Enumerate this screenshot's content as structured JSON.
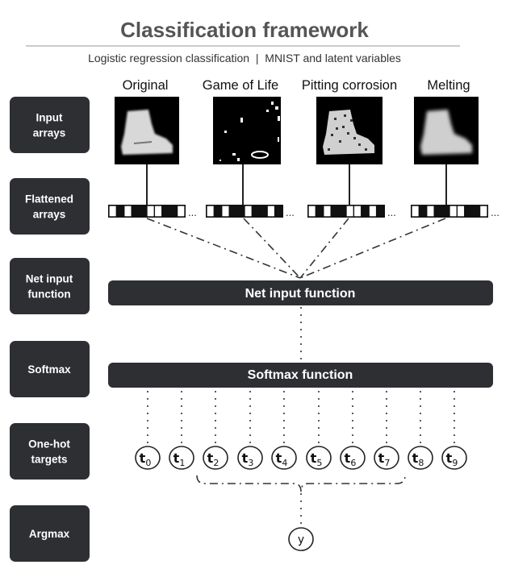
{
  "header": {
    "title": "Classification framework",
    "subtitle": "Logistic regression classification  |  MNIST and latent variables"
  },
  "row_labels": [
    {
      "lines": [
        "Input",
        "arrays"
      ]
    },
    {
      "lines": [
        "Flattened",
        "arrays"
      ]
    },
    {
      "lines": [
        "Net input",
        "function"
      ]
    },
    {
      "lines": [
        "Softmax"
      ]
    },
    {
      "lines": [
        "One-hot",
        "targets"
      ]
    },
    {
      "lines": [
        "Argmax"
      ]
    }
  ],
  "columns": [
    {
      "title": "Original",
      "image": "boot-original-image",
      "pattern": [
        0,
        1,
        0,
        1,
        1,
        0,
        0,
        1,
        1,
        0
      ],
      "ellipsis": "..."
    },
    {
      "title": "Game of Life",
      "image": "boot-game-of-life-image",
      "pattern": [
        0,
        1,
        0,
        1,
        1,
        0,
        1,
        1,
        0,
        1
      ],
      "ellipsis": "..."
    },
    {
      "title": "Pitting corrosion",
      "image": "boot-pitting-corrosion-image",
      "pattern": [
        0,
        1,
        0,
        1,
        1,
        0,
        0,
        1,
        0,
        1
      ],
      "ellipsis": "..."
    },
    {
      "title": "Melting",
      "image": "boot-melting-image",
      "pattern": [
        0,
        1,
        0,
        1,
        1,
        0,
        0,
        1,
        1,
        0
      ],
      "ellipsis": "..."
    }
  ],
  "net_input": {
    "label": "Net input function"
  },
  "softmax": {
    "label": "Softmax function"
  },
  "targets": [
    {
      "main": "t",
      "sub": "0"
    },
    {
      "main": "t",
      "sub": "1"
    },
    {
      "main": "t",
      "sub": "2"
    },
    {
      "main": "t",
      "sub": "3"
    },
    {
      "main": "t",
      "sub": "4"
    },
    {
      "main": "t",
      "sub": "5"
    },
    {
      "main": "t",
      "sub": "6"
    },
    {
      "main": "t",
      "sub": "7"
    },
    {
      "main": "t",
      "sub": "8"
    },
    {
      "main": "t",
      "sub": "9"
    }
  ],
  "output": {
    "label": "y"
  },
  "colors": {
    "box": "#2d2f33",
    "line": "#333333",
    "title": "#555555"
  }
}
